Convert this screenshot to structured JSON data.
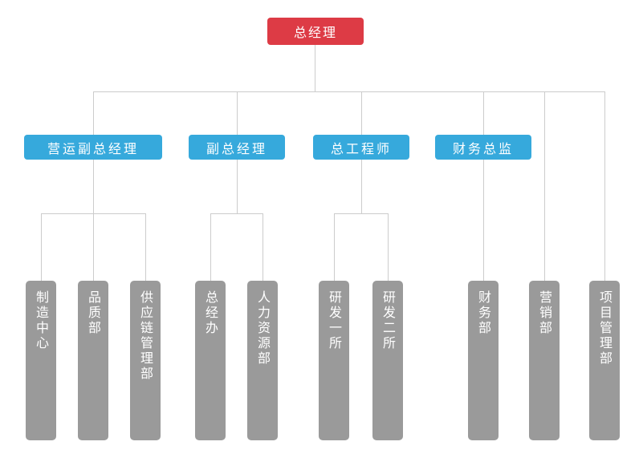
{
  "org": {
    "root": {
      "label": "总经理"
    },
    "branches": [
      {
        "label": "营运副总经理",
        "children": [
          "制造中心",
          "品质部",
          "供应链管理部"
        ]
      },
      {
        "label": "副总经理",
        "children": [
          "总经办",
          "人力资源部"
        ]
      },
      {
        "label": "总工程师",
        "children": [
          "研发一所",
          "研发二所"
        ]
      },
      {
        "label": "财务总监",
        "children": [
          "财务部"
        ]
      }
    ],
    "direct_departments": [
      "营销部",
      "项目管理部"
    ],
    "colors": {
      "root_node": "#dd3b45",
      "manager_node": "#36a9dc",
      "department_node": "#9a9a9a",
      "connector_line": "#cccccc",
      "node_text": "#ffffff",
      "background": "#ffffff"
    }
  }
}
